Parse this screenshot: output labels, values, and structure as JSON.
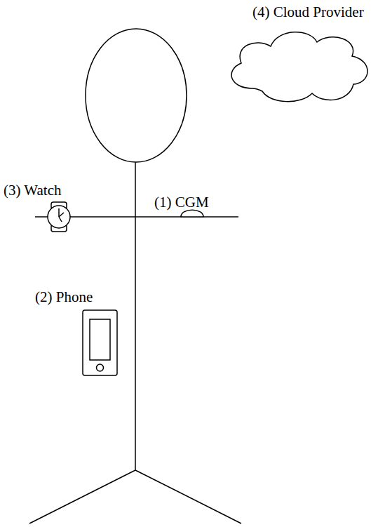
{
  "diagram": {
    "labels": [
      "(4) Cloud Provider",
      "(3) Watch",
      "(1) CGM",
      "(2) Phone"
    ]
  }
}
